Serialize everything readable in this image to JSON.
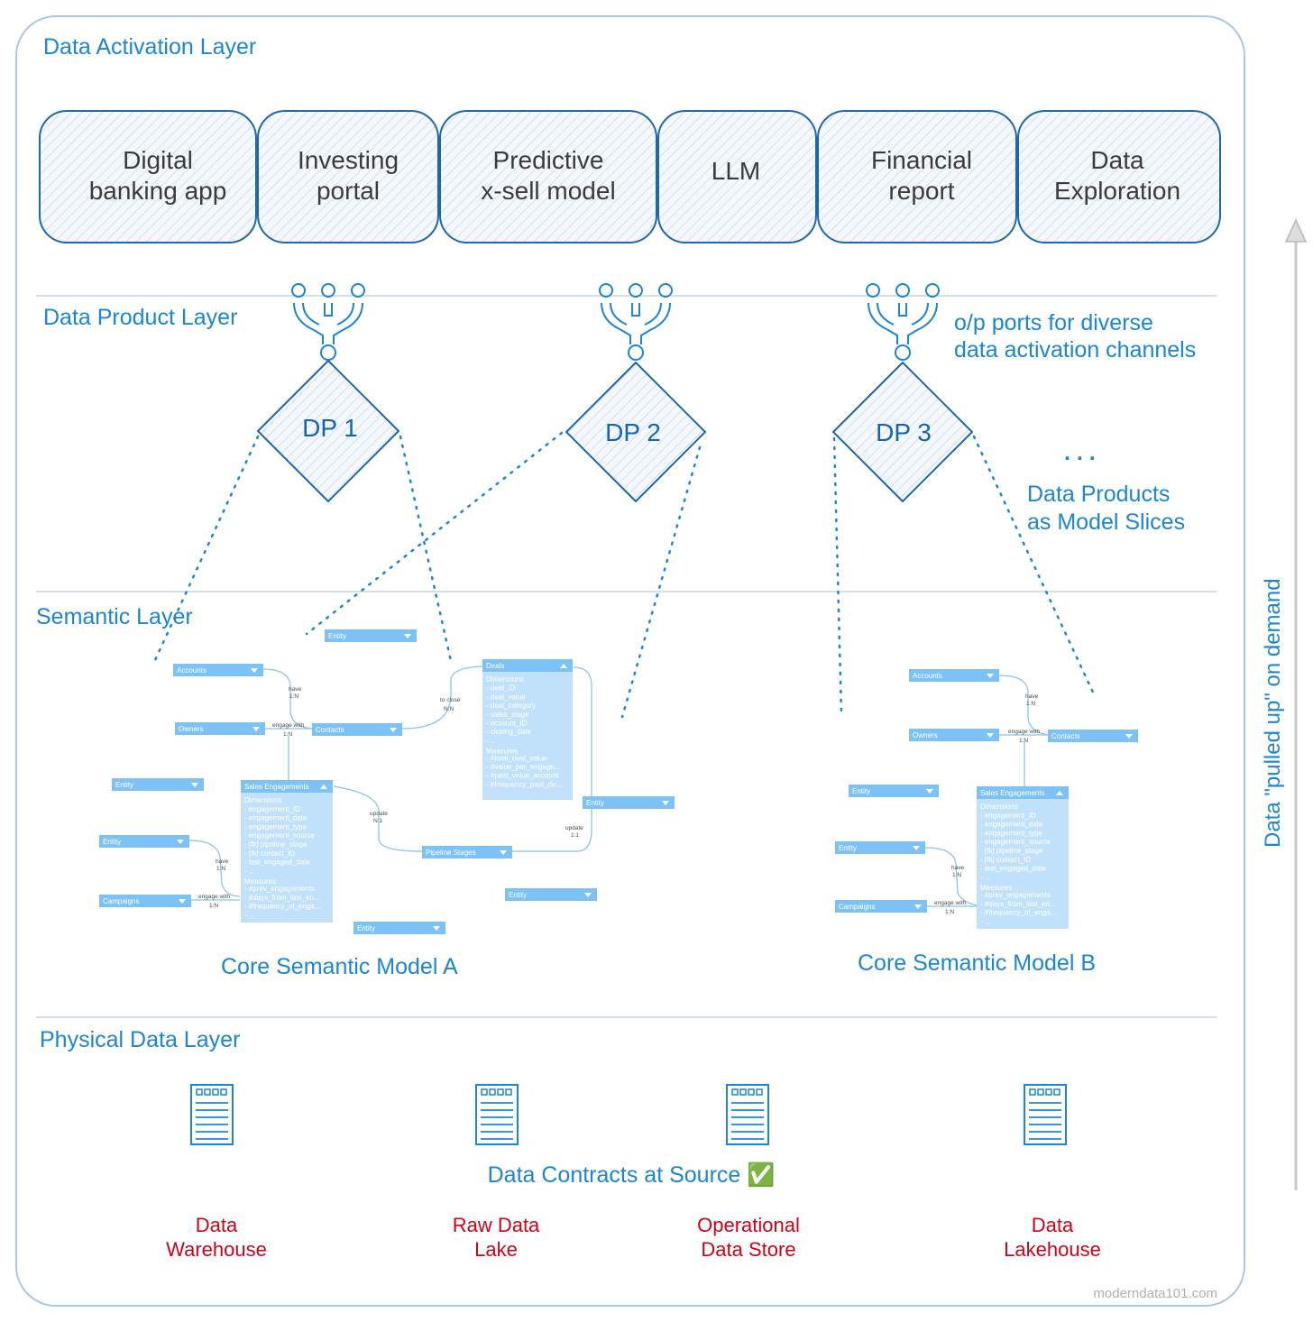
{
  "layers": {
    "activation": "Data Activation Layer",
    "product": "Data Product Layer",
    "semantic": "Semantic Layer",
    "physical": "Physical Data Layer"
  },
  "apps": [
    {
      "line1": "Digital",
      "line2": "banking app"
    },
    {
      "line1": "Investing",
      "line2": "portal"
    },
    {
      "line1": "Predictive",
      "line2": "x-sell model"
    },
    {
      "line1": "LLM",
      "line2": ""
    },
    {
      "line1": "Financial",
      "line2": "report"
    },
    {
      "line1": "Data",
      "line2": "Exploration"
    }
  ],
  "data_products": [
    "DP 1",
    "DP 2",
    "DP 3"
  ],
  "notes": {
    "ports_line1": "o/p ports for diverse",
    "ports_line2": "data activation channels",
    "ellipsis": ". . .",
    "slices_line1": "Data Products",
    "slices_line2": "as Model Slices"
  },
  "models": {
    "a_title": "Core Semantic Model A",
    "b_title": "Core Semantic Model B",
    "entity": "Entity",
    "accounts": "Accounts",
    "owners": "Owners",
    "contacts": "Contacts",
    "campaigns": "Campaigns",
    "pipeline": "Pipeline Stages",
    "deals": {
      "title": "Deals",
      "lines": [
        "Dimensions",
        "- deal_ID",
        "- deal_value",
        "- deal_category",
        "- sales_stage",
        "- account_ID",
        "- closing_date",
        "- ...",
        "Measures",
        "- #total_deal_value",
        "- #value_per_engage...",
        "- #past_value_account",
        "- #frequency_past_de..."
      ]
    },
    "sales": {
      "title": "Sales Engagements",
      "lines": [
        "Dimensions",
        "- engagement_ID",
        "- engagement_date",
        "- engagement_type",
        "- engagement_source",
        "- [fk] pipeline_stage",
        "- [fk] contact_ID",
        "- last_engaged_date",
        "- ...",
        "Measures",
        "- #prev_engagements",
        "- #days_from_last_en...",
        "- #frequency_of_enga...",
        "- ..."
      ]
    },
    "rels": {
      "have": "have",
      "one_n": "1:N",
      "engage_with": "engage with",
      "to_close": "to close",
      "n_n": "N:N",
      "update": "update",
      "n_one": "N:1",
      "one_one": "1:1"
    }
  },
  "physical": {
    "contracts": "Data Contracts at Source ✅",
    "sources": [
      {
        "line1": "Data",
        "line2": "Warehouse"
      },
      {
        "line1": "Raw Data",
        "line2": "Lake"
      },
      {
        "line1": "Operational",
        "line2": "Data Store"
      },
      {
        "line1": "Data",
        "line2": "Lakehouse"
      }
    ]
  },
  "side_label": "Data \"pulled up\" on demand",
  "watermark": "moderndata101.com",
  "colors": {
    "accent": "#1b86d3",
    "entity": "#7cc2f7",
    "source_red": "#d0021b"
  }
}
